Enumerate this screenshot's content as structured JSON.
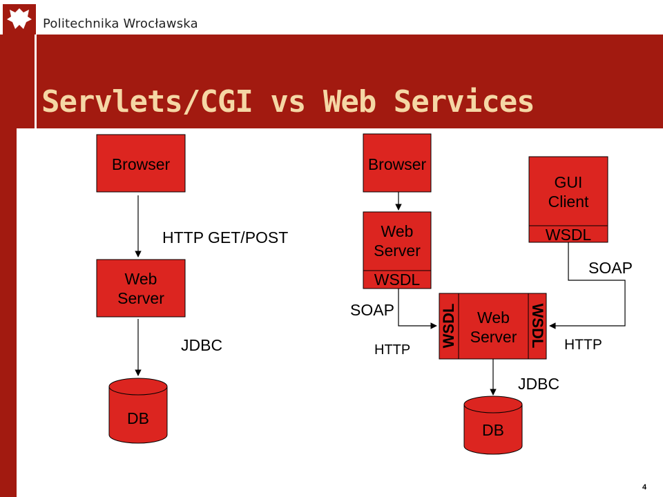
{
  "header": {
    "university_name": "Politechnika Wrocławska"
  },
  "title": "Servlets/CGI vs Web Services",
  "diagram": {
    "left": {
      "browser": "Browser",
      "web_server": [
        "Web",
        "Server"
      ],
      "db": "DB",
      "http_label": "HTTP GET/POST",
      "jdbc_label": "JDBC"
    },
    "middle": {
      "browser": "Browser",
      "web_server": [
        "Web",
        "Server"
      ],
      "wsdl": "WSDL",
      "soap_label": "SOAP",
      "http_label": "HTTP"
    },
    "right": {
      "gui_client": [
        "GUI",
        "Client"
      ],
      "gui_wsdl": "WSDL",
      "soap_label": "SOAP",
      "web_server": [
        "Web",
        "Server"
      ],
      "wsdl_left": "WSDL",
      "wsdl_right": "WSDL",
      "http_label": "HTTP",
      "jdbc_label": "JDBC",
      "db": "DB"
    },
    "colors": {
      "fill": "#dc2520",
      "stroke": "#000000",
      "accent": "#a21a10"
    }
  },
  "page_number": "4"
}
